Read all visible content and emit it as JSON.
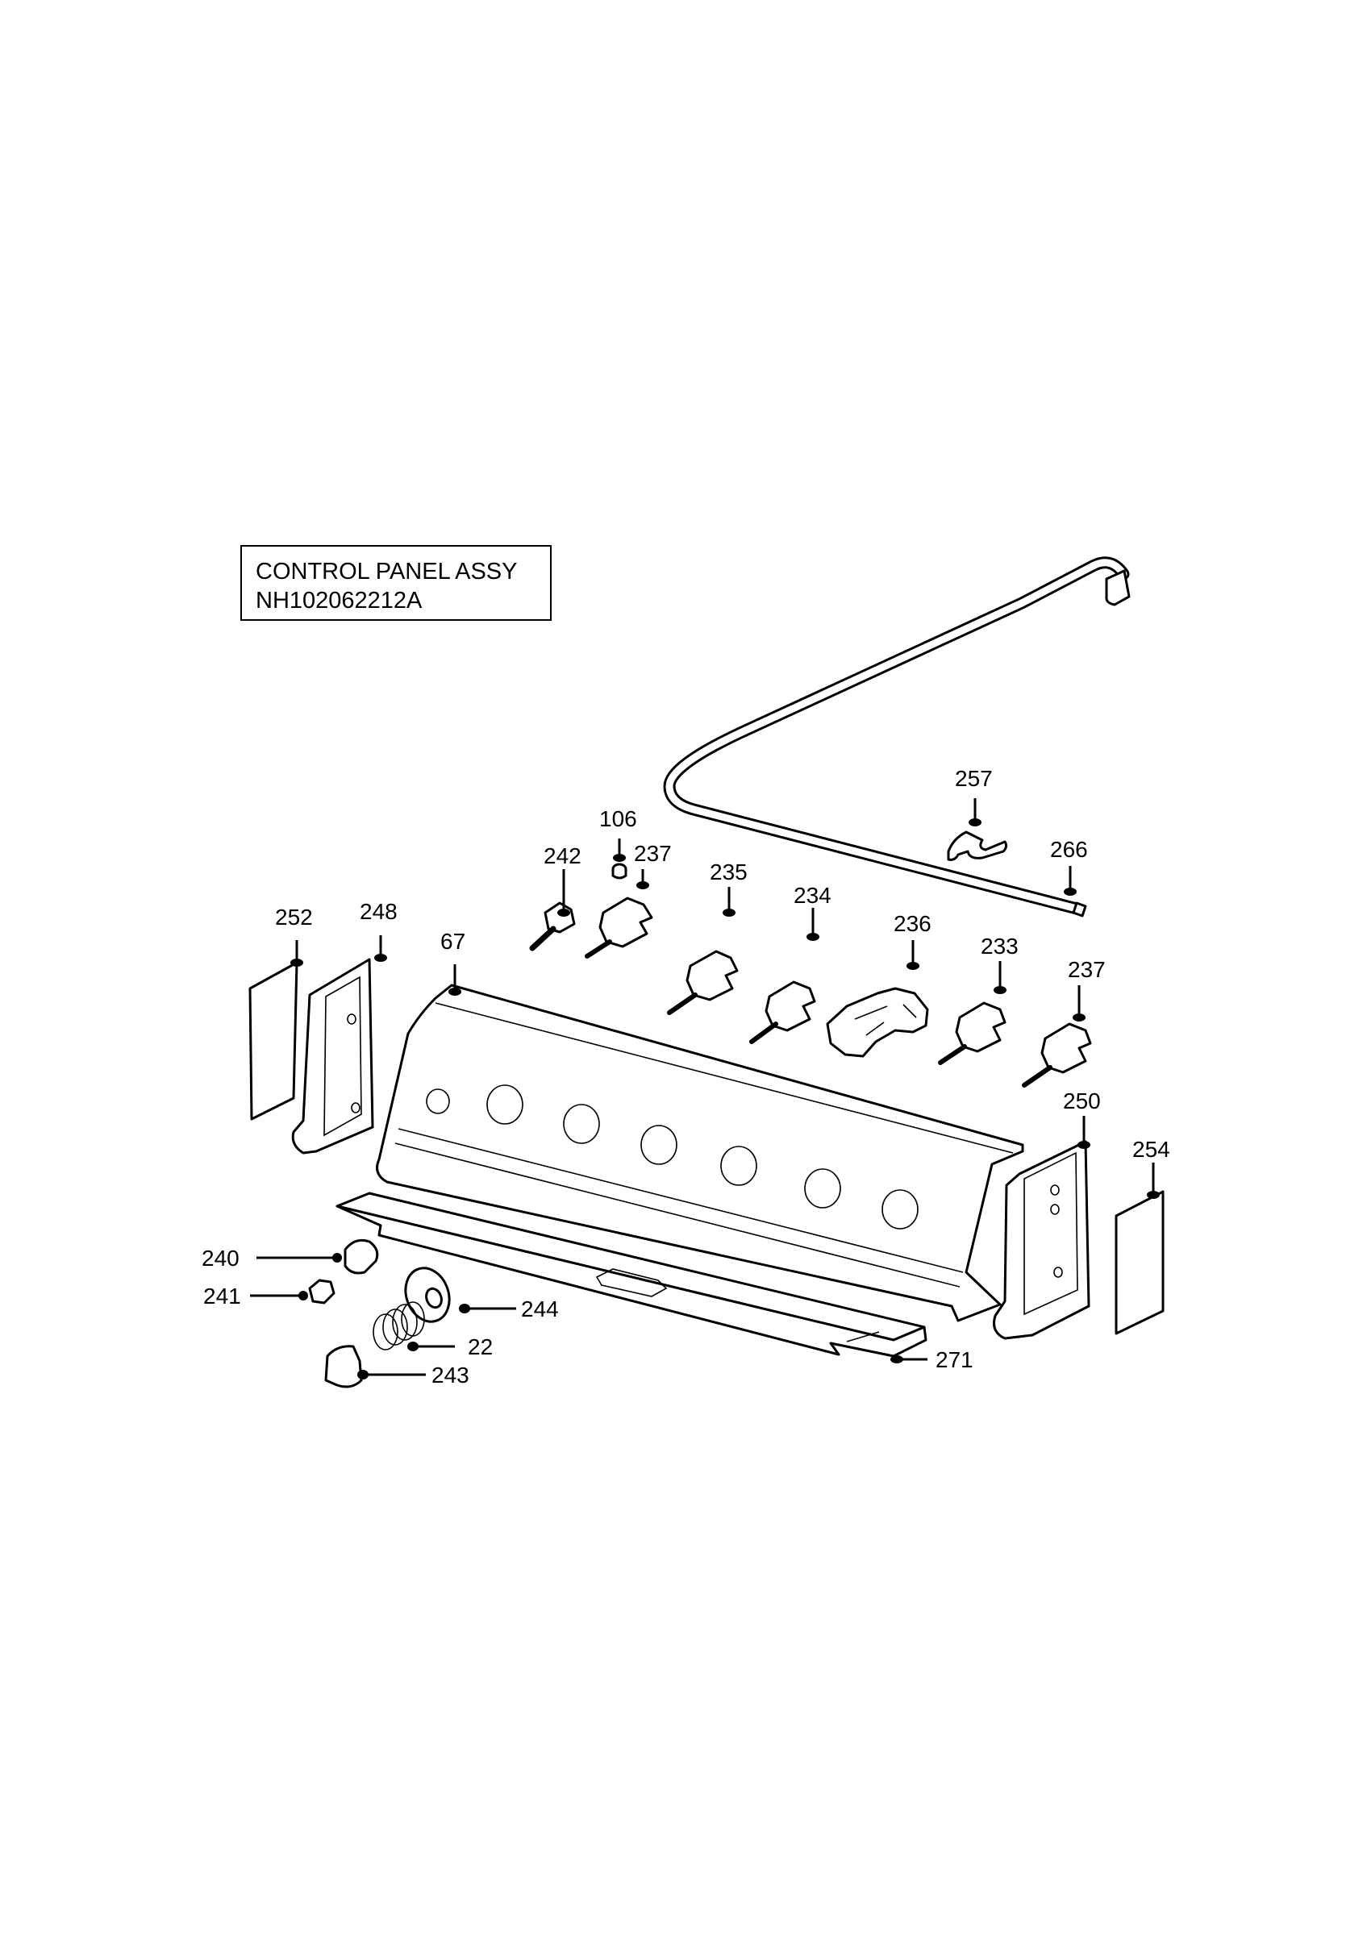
{
  "title_box": {
    "line1": "CONTROL PANEL ASSY",
    "line2": "NH102062212A"
  },
  "callouts": [
    {
      "id": "257",
      "label": "257"
    },
    {
      "id": "266",
      "label": "266"
    },
    {
      "id": "106",
      "label": "106"
    },
    {
      "id": "242",
      "label": "242"
    },
    {
      "id": "237a",
      "label": "237"
    },
    {
      "id": "235",
      "label": "235"
    },
    {
      "id": "234",
      "label": "234"
    },
    {
      "id": "236",
      "label": "236"
    },
    {
      "id": "233",
      "label": "233"
    },
    {
      "id": "237b",
      "label": "237"
    },
    {
      "id": "252",
      "label": "252"
    },
    {
      "id": "248",
      "label": "248"
    },
    {
      "id": "67",
      "label": "67"
    },
    {
      "id": "250",
      "label": "250"
    },
    {
      "id": "254",
      "label": "254"
    },
    {
      "id": "240",
      "label": "240"
    },
    {
      "id": "241",
      "label": "241"
    },
    {
      "id": "244",
      "label": "244"
    },
    {
      "id": "22",
      "label": "22"
    },
    {
      "id": "243",
      "label": "243"
    },
    {
      "id": "271",
      "label": "271"
    }
  ]
}
